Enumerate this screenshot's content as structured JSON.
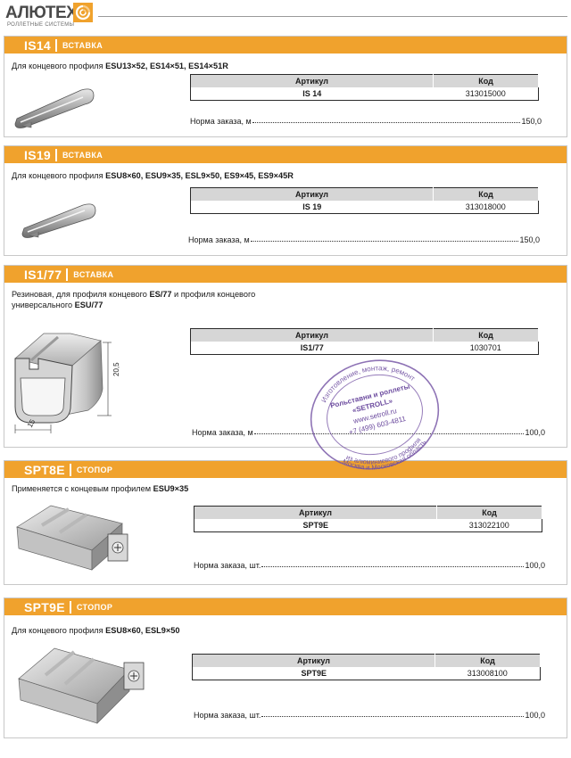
{
  "header": {
    "logo": "АЛЮТЕХ",
    "logo_sub": "РОЛЛЕТНЫЕ СИСТЕМЫ"
  },
  "table_headers": {
    "article": "Артикул",
    "code": "Код"
  },
  "sections": [
    {
      "code": "IS14",
      "type": "ВСТАВКА",
      "desc_prefix": "Для концевого профиля ",
      "desc_bold": "ESU13×52, ES14×51, ES14×51R",
      "article": "IS 14",
      "product_code": "313015000",
      "norm_label": "Норма заказа, м",
      "norm_value": "150,0"
    },
    {
      "code": "IS19",
      "type": "ВСТАВКА",
      "desc_prefix": "Для концевого профиля ",
      "desc_bold": "ESU8×60, ESU9×35, ESL9×50, ES9×45, ES9×45R",
      "article": "IS 19",
      "product_code": "313018000",
      "norm_label": "Норма заказа, м",
      "norm_value": "150,0"
    },
    {
      "code": "IS1/77",
      "type": "ВСТАВКА",
      "desc_line1_prefix": "Резиновая, для профиля концевого ",
      "desc_line1_bold": "ES/77",
      "desc_line1_suffix": " и профиля концевого",
      "desc_line2_prefix": "универсального ",
      "desc_line2_bold": "ESU/77",
      "article": "IS1/77",
      "product_code": "1030701",
      "norm_label": "Норма заказа, м",
      "norm_value": "100,0",
      "dim_height": "20,5",
      "dim_width": "15"
    },
    {
      "code": "SPT8E",
      "type": "СТОПОР",
      "desc_prefix": "Применяется с концевым профилем ",
      "desc_bold": "ESU9×35",
      "article": "SPT9E",
      "product_code": "313022100",
      "norm_label": "Норма заказа, шт.",
      "norm_value": "100,0"
    },
    {
      "code": "SPT9E",
      "type": "СТОПОР",
      "desc_prefix": "Для концевого профиля ",
      "desc_bold": "ESU8×60, ESL9×50",
      "article": "SPT9E",
      "product_code": "313008100",
      "norm_label": "Норма заказа, шт.",
      "norm_value": "100,0"
    }
  ],
  "stamp": {
    "line_top": "Изготовление, монтаж, ремонт",
    "line1": "Рольставни и роллеты",
    "line2": "«SETROLL»",
    "line3": "www.setroll.ru",
    "line4": "+7 (499) 603-4811",
    "line_bottom1": "из алюминиевого профиля",
    "line_bottom2": "Москва и Московская область"
  }
}
